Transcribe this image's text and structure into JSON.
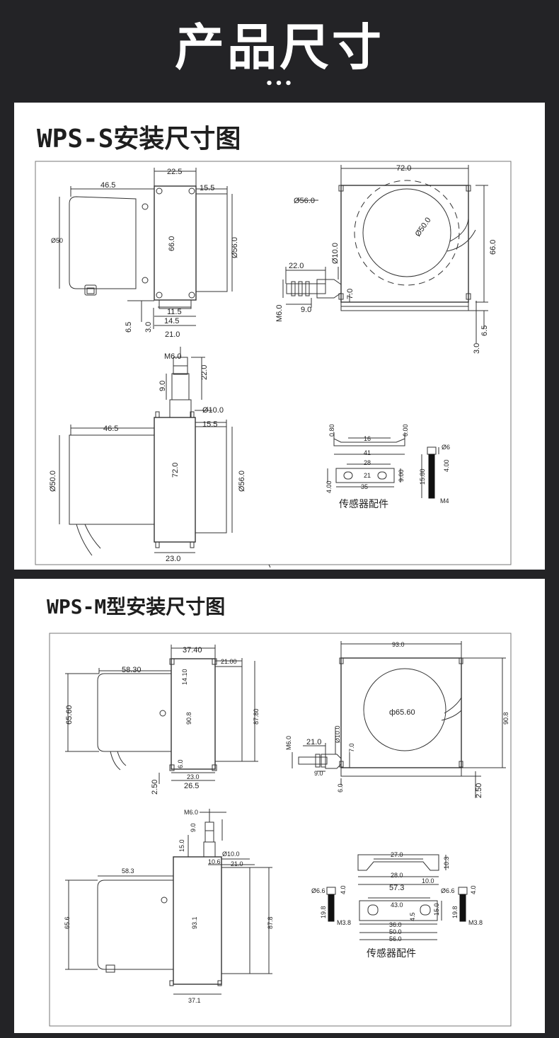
{
  "header": {
    "title": "产品尺寸",
    "dots": "•••"
  },
  "wps_s": {
    "title": "WPS-S安装尺寸图",
    "front_view": {
      "top": "22.5",
      "left": "46.5",
      "right": "15.5",
      "dia_left": "Ø50",
      "center": "66.0",
      "dia_right": "Ø56.0",
      "d11": "11.5",
      "d14": "14.5",
      "d21": "21.0",
      "d65": "6.5",
      "d3": "3.0"
    },
    "side_view": {
      "top": "72.0",
      "dia56": "Ø56.0",
      "dia50": "Ø50.0",
      "d10": "Ø10.0",
      "d22": "22.0",
      "m6": "M6.0",
      "d9": "9.0",
      "d7": "7.0",
      "h66": "66.0",
      "d65": "6.5",
      "d3": "3.0"
    },
    "top_view": {
      "m6": "M6.0",
      "d22": "22.0",
      "d9": "9.0",
      "d10": "Ø10.0",
      "left": "46.5",
      "right": "15.5",
      "dia50": "Ø50.0",
      "center": "72.0",
      "dia56": "Ø56.0",
      "bottom": "23.0"
    },
    "accessories": {
      "d080": "0.80",
      "d16": "16",
      "d600": "6.00",
      "d41": "41",
      "d28": "28",
      "d21": "21",
      "d900": "9.00",
      "d400a": "4.00",
      "d35": "35",
      "dia6": "Ø6",
      "d1580": "15.80",
      "d400b": "4.00",
      "m4": "M4",
      "label": "传感器配件"
    }
  },
  "wps_m": {
    "title": "WPS-M型安装尺寸图",
    "front_view": {
      "top": "37.40",
      "left": "58.30",
      "right": "21.00",
      "d1410": "14.10",
      "dia": "65.60",
      "center": "90.8",
      "d8780": "87.80",
      "d60": "6.0",
      "d230": "23.0",
      "d265": "26.5",
      "d250": "2.50"
    },
    "side_view": {
      "top": "93.0",
      "dia": "ф65.60",
      "h": "90.8",
      "m6": "M6.0",
      "d21": "21.0",
      "d10": "Ø10.0",
      "d7": "7.0",
      "d9": "9.0",
      "d6": "6.0",
      "d250": "2.50"
    },
    "top_view": {
      "m6": "M6.0",
      "d9": "9.0",
      "d15": "15.0",
      "d10": "Ø10.0",
      "d106": "10.6",
      "d21": "21.0",
      "left": "58.3",
      "dia": "65.6",
      "center": "93.1",
      "d878": "87.8",
      "bottom": "37.1"
    },
    "accessories": {
      "d27": "27.0",
      "d103": "10.3",
      "d28": "28.0",
      "d10": "10.0",
      "d573": "57.3",
      "dia66a": "Ø6.6",
      "d40a": "4.0",
      "d198a": "19.8",
      "m38a": "M3.8",
      "d43": "43.0",
      "d45": "4.5",
      "d150": "15.0",
      "d36": "36.0",
      "d50": "50.0",
      "d56": "56.0",
      "dia66b": "Ø6.6",
      "d40b": "4.0",
      "d198b": "19.8",
      "m38b": "M3.8",
      "label": "传感器配件"
    }
  }
}
